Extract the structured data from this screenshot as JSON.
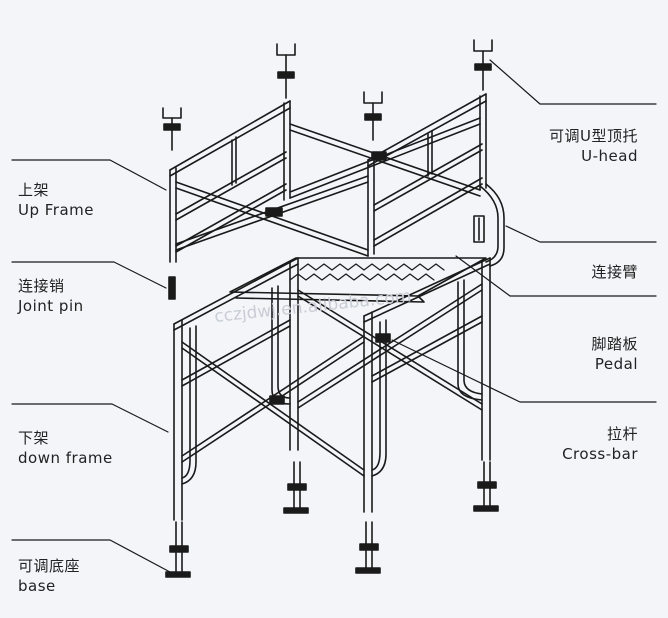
{
  "labels": {
    "up_frame": {
      "zh": "上架",
      "en": "Up Frame"
    },
    "joint_pin": {
      "zh": "连接销",
      "en": "Joint pin"
    },
    "down_frame": {
      "zh": "下架",
      "en": "down frame"
    },
    "base": {
      "zh": "可调底座",
      "en": "base"
    },
    "u_head": {
      "zh": "可调U型顶托",
      "en": "U-head"
    },
    "connecting_arm": {
      "zh": "连接臂"
    },
    "pedal": {
      "zh": "脚踏板",
      "en": "Pedal"
    },
    "cross_bar": {
      "zh": "拉杆",
      "en": "Cross-bar"
    }
  },
  "watermark": "cczjdwj.en.alibaba.com",
  "colors": {
    "line": "#1a1a1a",
    "background": "#f3f5f8",
    "label": "#222222"
  }
}
